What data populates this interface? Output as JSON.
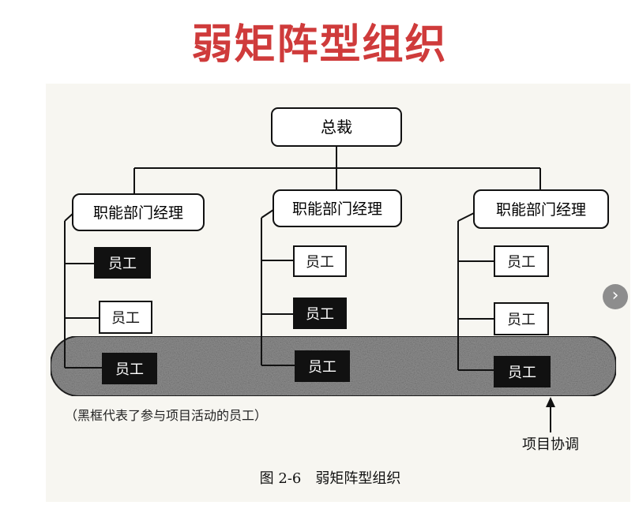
{
  "title": "弱矩阵型组织",
  "diagram": {
    "ceo": "总裁",
    "managers": [
      "职能部门经理",
      "职能部门经理",
      "职能部门经理"
    ],
    "employee_label": "员工",
    "employee_states": [
      [
        "black",
        "white",
        "black"
      ],
      [
        "white",
        "black",
        "black"
      ],
      [
        "white",
        "white",
        "black"
      ]
    ],
    "note": "（黑框代表了参与项目活动的员工）",
    "arrow_label": "项目协调",
    "caption": "图 2-6　弱矩阵型组织"
  },
  "colors": {
    "title": "#cf3b3b",
    "band": "#8f8f8f",
    "black_box": "#111111"
  },
  "nav": {
    "next_icon": "chevron-right-icon",
    "next_glyph": "›"
  }
}
